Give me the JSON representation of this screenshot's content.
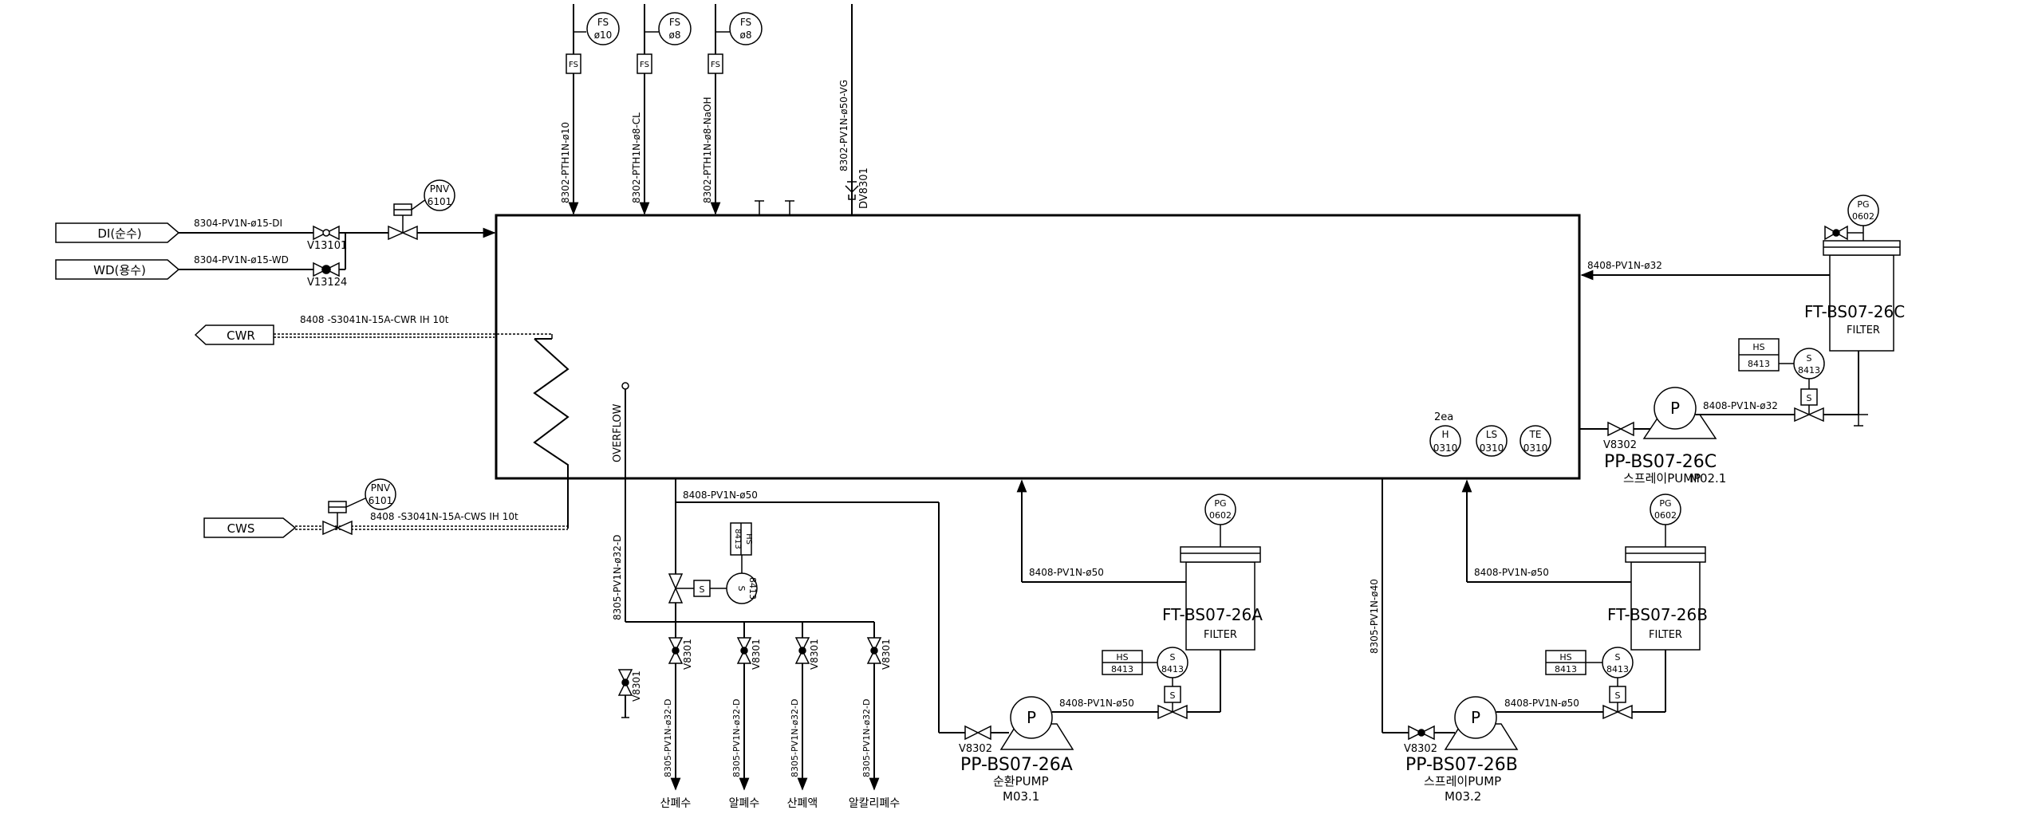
{
  "inlets": {
    "di": {
      "label": "DI(순수)",
      "pipe": "8304-PV1N-ø15-DI",
      "valve": "V13101"
    },
    "wd": {
      "label": "WD(용수)",
      "pipe": "8304-PV1N-ø15-WD",
      "valve": "V13124"
    },
    "cwr": {
      "label": "CWR",
      "pipe": "8408 -S3041N-15A-CWR IH 10t"
    },
    "cws": {
      "label": "CWS",
      "pipe": "8408 -S3041N-15A-CWS IH 10t"
    },
    "pnv_top": {
      "tag": "PNV",
      "num": "6101"
    },
    "pnv_bottom": {
      "tag": "PNV",
      "num": "6101"
    }
  },
  "chemical_feeds": [
    {
      "tag": "FS",
      "size": "ø10",
      "box": "FS",
      "pipe": "8302-PTH1N-ø10"
    },
    {
      "tag": "FS",
      "size": "ø8",
      "box": "FS",
      "pipe": "8302-PTH1N-ø8-CL"
    },
    {
      "tag": "FS",
      "size": "ø8",
      "box": "FS",
      "pipe": "8302-PTH1N-ø8-NaOH"
    }
  ],
  "vent": {
    "pipe": "8302-PV1N-ø50-VG",
    "valve": "DV8301"
  },
  "tank": {
    "overflow": "OVERFLOW",
    "qty": "2ea",
    "instruments": [
      {
        "tag": "H",
        "num": "0310"
      },
      {
        "tag": "LS",
        "num": "0310"
      },
      {
        "tag": "TE",
        "num": "0310"
      }
    ]
  },
  "drain": {
    "main_pipe": "8305-PV1N-ø32-D",
    "recirc_pipe": "8408-PV1N-ø50",
    "hs": {
      "tag": "HS",
      "num": "8413"
    },
    "s": {
      "tag": "S",
      "num": "8413"
    },
    "s_box": "S",
    "branch_valve": "V8301",
    "outlets": [
      {
        "pipe": "8305-PV1N-ø32-D",
        "valve": "V8301",
        "label": "산폐수"
      },
      {
        "pipe": "8305-PV1N-ø32-D",
        "valve": "V8301",
        "label": "알폐수"
      },
      {
        "pipe": "8305-PV1N-ø32-D",
        "valve": "V8301",
        "label": "산폐액"
      },
      {
        "pipe": "8305-PV1N-ø32-D",
        "valve": "V8301",
        "label": "알칼리폐수"
      }
    ]
  },
  "pump_a": {
    "p": "P",
    "valve": "V8302",
    "name": "PP-BS07-26A",
    "type": "순환PUMP",
    "motor": "M03.1",
    "discharge": "8408-PV1N-ø50",
    "return": "8408-PV1N-ø50",
    "filter": "FT-BS07-26A",
    "filter_word": "FILTER",
    "pg": {
      "tag": "PG",
      "num": "0602"
    },
    "hs": {
      "tag": "HS",
      "num": "8413"
    },
    "s": {
      "tag": "S",
      "num": "8413"
    },
    "s_box": "S"
  },
  "pump_b": {
    "p": "P",
    "valve": "V8302",
    "name": "PP-BS07-26B",
    "type": "스프레이PUMP",
    "motor": "M03.2",
    "suction": "8305-PV1N-ø40",
    "discharge": "8408-PV1N-ø50",
    "return": "8408-PV1N-ø50",
    "filter": "FT-BS07-26B",
    "filter_word": "FILTER",
    "pg": {
      "tag": "PG",
      "num": "0602"
    },
    "hs": {
      "tag": "HS",
      "num": "8413"
    },
    "s": {
      "tag": "S",
      "num": "8413"
    },
    "s_box": "S"
  },
  "pump_c": {
    "p": "P",
    "valve": "V8302",
    "name": "PP-BS07-26C",
    "type": "스프레이PUMP",
    "motor": "M02.1",
    "discharge": "8408-PV1N-ø32",
    "return": "8408-PV1N-ø32",
    "filter": "FT-BS07-26C",
    "filter_word": "FILTER",
    "pg": {
      "tag": "PG",
      "num": "0602"
    },
    "hs": {
      "tag": "HS",
      "num": "8413"
    },
    "s": {
      "tag": "S",
      "num": "8413"
    },
    "s_box": "S"
  }
}
